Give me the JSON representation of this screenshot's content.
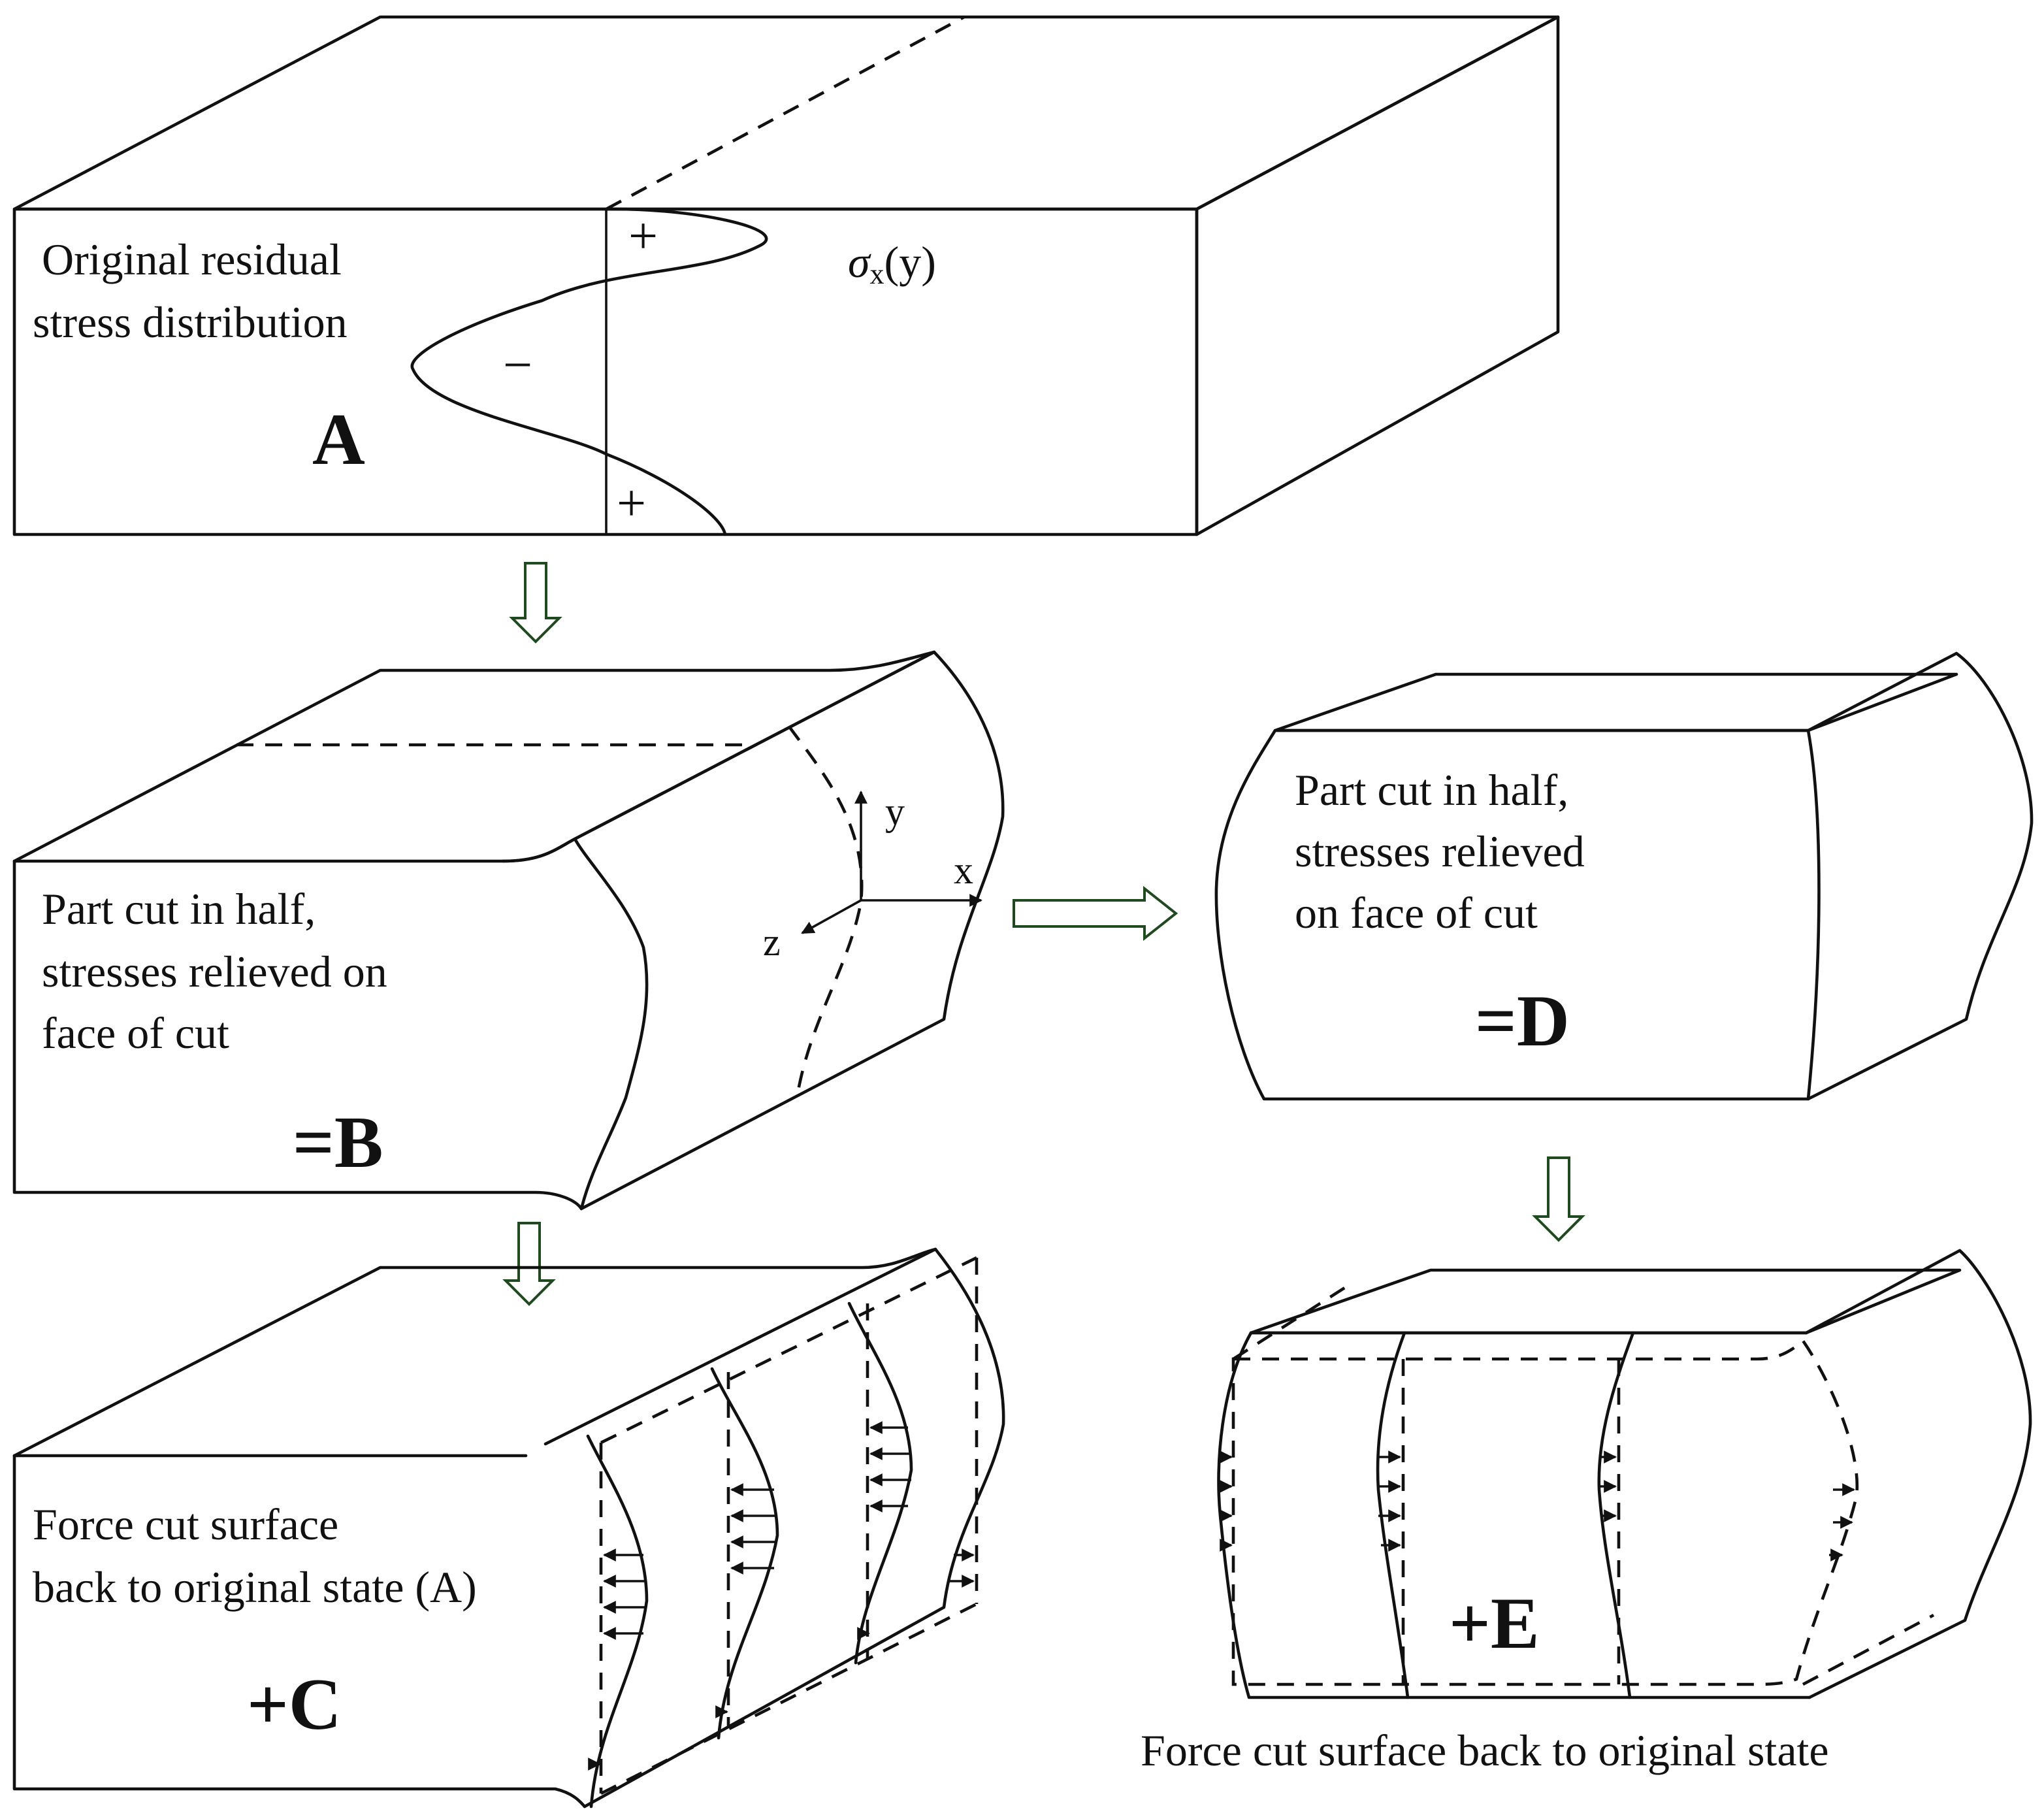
{
  "panels": {
    "A": {
      "caption": [
        "Original residual",
        "stress distribution"
      ],
      "letter": "A",
      "stress_symbol": "σ",
      "stress_subscript": "x",
      "stress_argument": "(y)",
      "signs": [
        "+",
        "−",
        "+"
      ]
    },
    "B": {
      "caption": [
        "Part cut in half,",
        "stresses relieved on",
        "face of cut"
      ],
      "letter": "=B",
      "axes": {
        "y": "y",
        "x": "x",
        "z": "z"
      }
    },
    "C": {
      "caption": [
        "Force cut surface",
        "back to original state (A)"
      ],
      "letter": "+C"
    },
    "D": {
      "caption": [
        "Part cut in half,",
        "stresses relieved",
        "on face of cut"
      ],
      "letter": "=D"
    },
    "E": {
      "letter": "+E",
      "caption": "Force cut surface back to original state"
    }
  },
  "colors": {
    "line": "#111111",
    "flow_arrow": "#1f4a1f"
  },
  "icons": [
    "down-flow-arrow",
    "right-flow-arrow",
    "force-arrow"
  ]
}
